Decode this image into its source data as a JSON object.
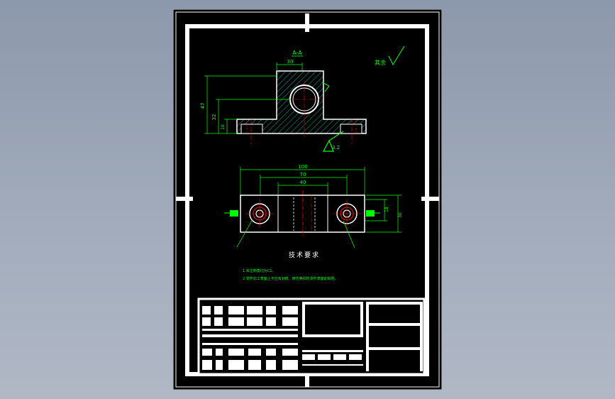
{
  "drawing": {
    "section_label": "A-A",
    "roughness_note": "其余",
    "roughness_value": "3.2",
    "tech_title": "技术要求",
    "tech_notes": [
      "1.未注倒角均为C1。",
      "2.零件加工表面上不应有划痕、擦伤等损伤零件表面的缺陷。"
    ]
  },
  "dimensions": {
    "top_width": "30",
    "height_total": "47",
    "height_axis": "32",
    "height_base": "10",
    "bottom_overall": "100",
    "bottom_holes": "70",
    "bottom_slot": "40",
    "bottom_h1": "18",
    "bottom_h2": "30"
  },
  "colors": {
    "background": "#000000",
    "line": "#ffffff",
    "dimension": "#00ff00",
    "center_line": "#ff0000",
    "hatch": "#00b0b0"
  }
}
